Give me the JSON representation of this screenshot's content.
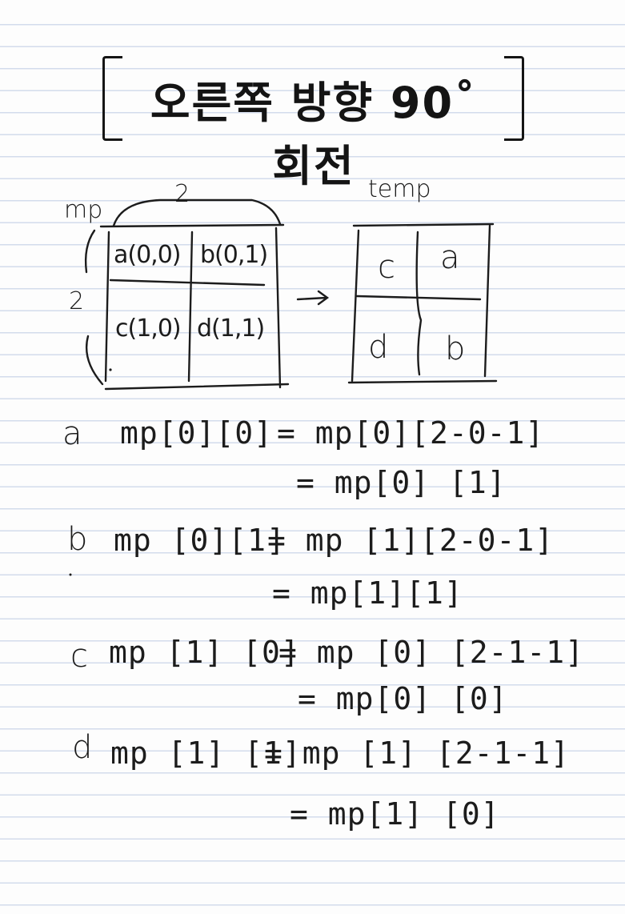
{
  "title": "오른쪽 방향 90˚ 회전",
  "grid_labels": {
    "name": "mp",
    "width": "2",
    "height": "2",
    "arrow": "→",
    "temp": "temp"
  },
  "mp_cells": [
    "a(0,0)",
    "b(0,1)",
    "c(1,0)",
    "d(1,1)"
  ],
  "temp_cells": [
    "c",
    "a",
    "d",
    "b"
  ],
  "equations": [
    {
      "var": "a",
      "lhs": "mp[0][0]",
      "rhs1": "= mp[0][2-0-1]",
      "rhs2": "= mp[0] [1]"
    },
    {
      "var": "b",
      "lhs": "mp [0][1]",
      "rhs1": "= mp [1][2-0-1]",
      "rhs2": "= mp[1][1]"
    },
    {
      "var": "c",
      "lhs": "mp [1] [0]",
      "rhs1": "= mp [0] [2-1-1]",
      "rhs2": "= mp[0] [0]"
    },
    {
      "var": "d",
      "lhs": "mp [1] [1]",
      "rhs1": "= mp [1] [2-1-1]",
      "rhs2": "= mp[1] [0]"
    }
  ]
}
